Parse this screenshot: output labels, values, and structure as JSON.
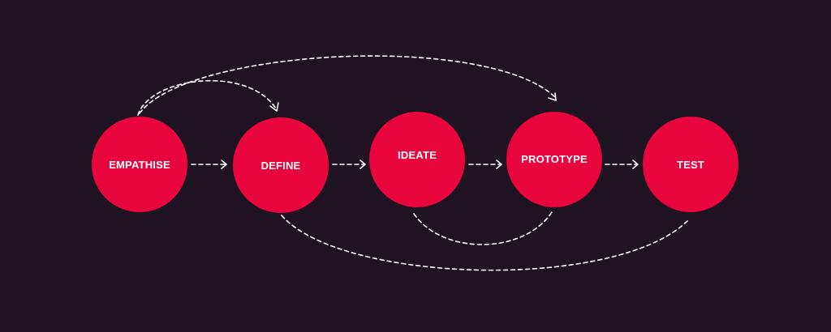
{
  "diagram": {
    "stages": [
      {
        "id": "empathise",
        "label": "EMPATHISE"
      },
      {
        "id": "define",
        "label": "DEFINE"
      },
      {
        "id": "ideate",
        "label": "IDEATE"
      },
      {
        "id": "prototype",
        "label": "PROTOTYPE"
      },
      {
        "id": "test",
        "label": "TEST"
      }
    ],
    "connections": [
      {
        "from": "empathise",
        "to": "define",
        "style": "dashed-arrow"
      },
      {
        "from": "define",
        "to": "ideate",
        "style": "dashed-arrow"
      },
      {
        "from": "ideate",
        "to": "prototype",
        "style": "dashed-arrow"
      },
      {
        "from": "prototype",
        "to": "test",
        "style": "dashed-arrow"
      },
      {
        "from": "empathise",
        "to": "define",
        "style": "dashed-arc-over"
      },
      {
        "from": "empathise",
        "to": "prototype",
        "style": "dashed-arc-over"
      },
      {
        "from": "ideate",
        "to": "prototype",
        "style": "dashed-arc-under"
      },
      {
        "from": "define",
        "to": "test",
        "style": "dashed-arc-under"
      }
    ],
    "colors": {
      "background": "#1f1221",
      "node_fill": "#e8063c",
      "label_text": "#ffffff",
      "connector": "#ffffff"
    }
  }
}
